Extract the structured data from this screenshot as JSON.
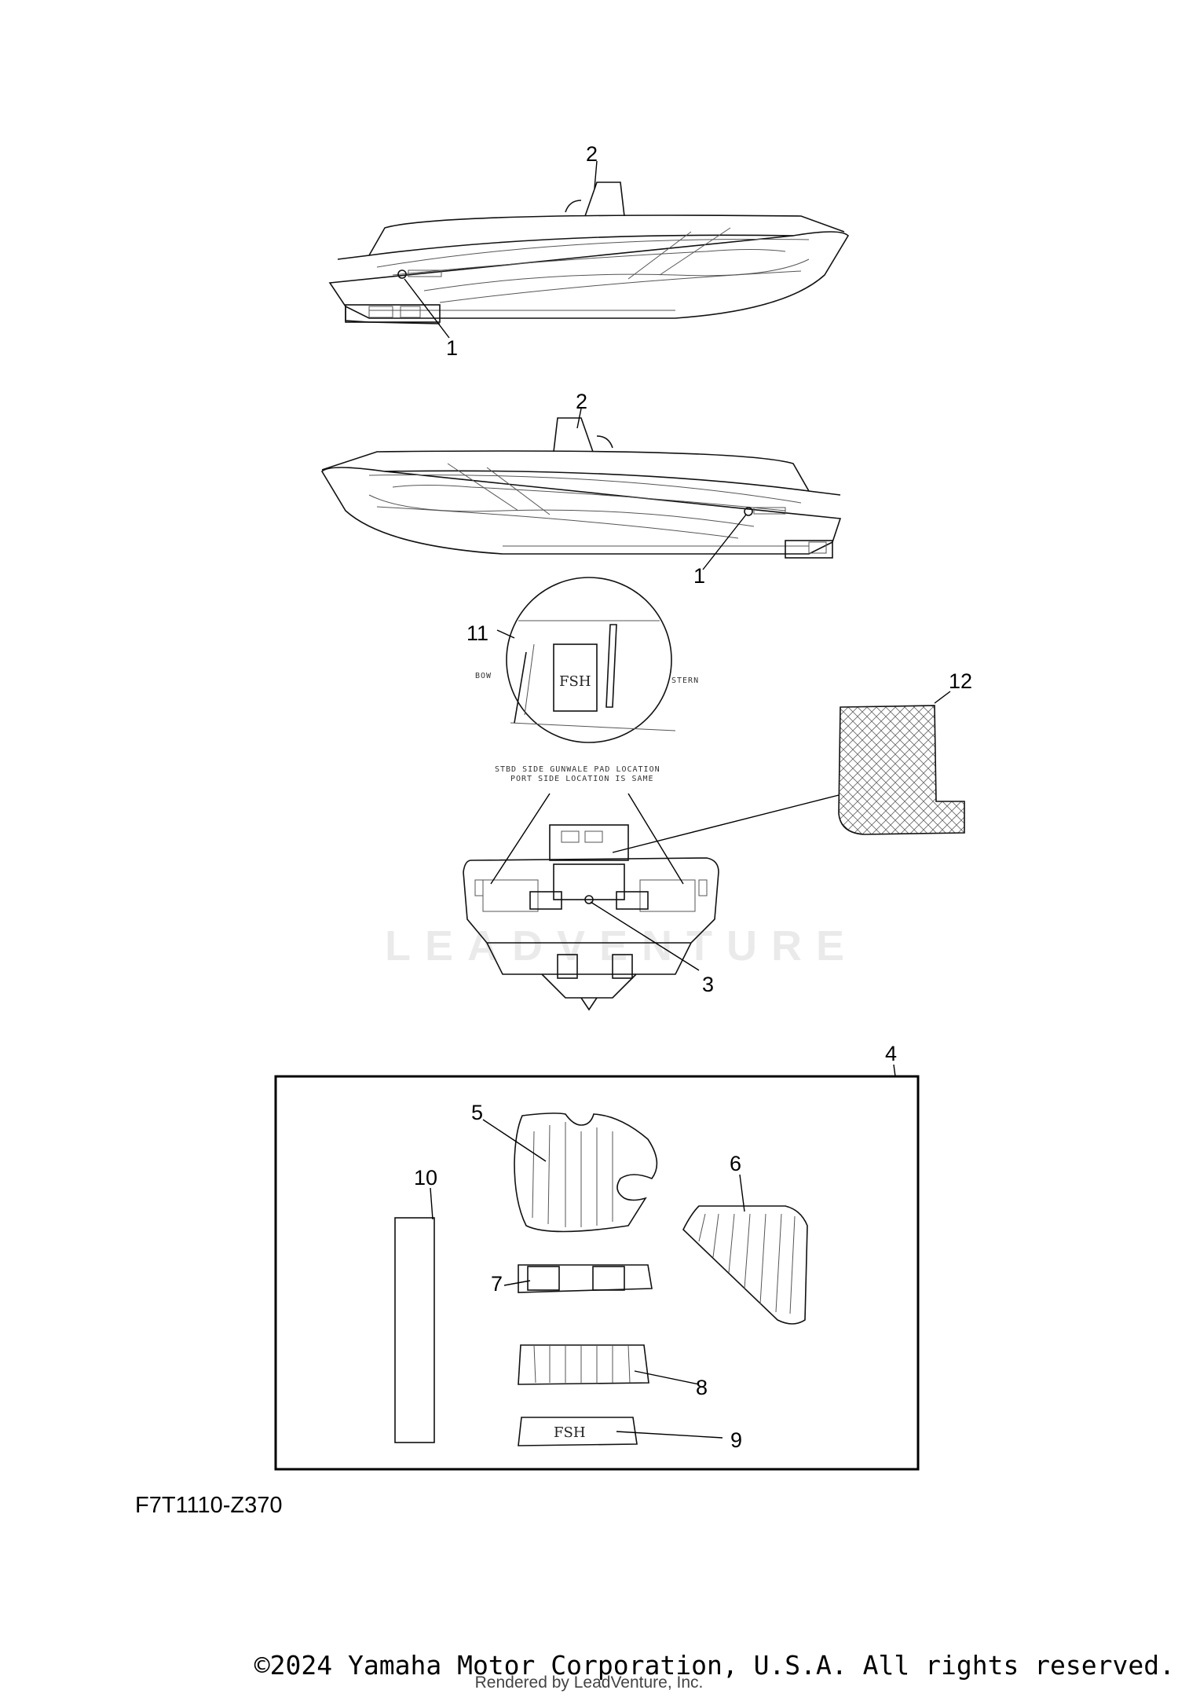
{
  "callouts": [
    {
      "id": "1",
      "label": "1"
    },
    {
      "id": "2",
      "label": "2"
    },
    {
      "id": "1b",
      "label": "1"
    },
    {
      "id": "2b",
      "label": "2"
    },
    {
      "id": "3",
      "label": "3"
    },
    {
      "id": "4",
      "label": "4"
    },
    {
      "id": "5",
      "label": "5"
    },
    {
      "id": "6",
      "label": "6"
    },
    {
      "id": "7",
      "label": "7"
    },
    {
      "id": "8",
      "label": "8"
    },
    {
      "id": "9",
      "label": "9"
    },
    {
      "id": "10",
      "label": "10"
    },
    {
      "id": "11",
      "label": "11"
    },
    {
      "id": "12",
      "label": "12"
    }
  ],
  "detail_labels": {
    "bow": "BOW",
    "stern": "STERN",
    "plate": "FSH",
    "pad_plate": "FSH",
    "note_line1": "STBD SIDE GUNWALE PAD LOCATION",
    "note_line2": "PORT SIDE LOCATION IS SAME"
  },
  "watermark": "LEADVENTURE",
  "diagram_code": "F7T1110-Z370",
  "copyright": "©2024 Yamaha Motor Corporation, U.S.A. All rights reserved.",
  "rendered_by": "Rendered by LeadVenture, Inc."
}
